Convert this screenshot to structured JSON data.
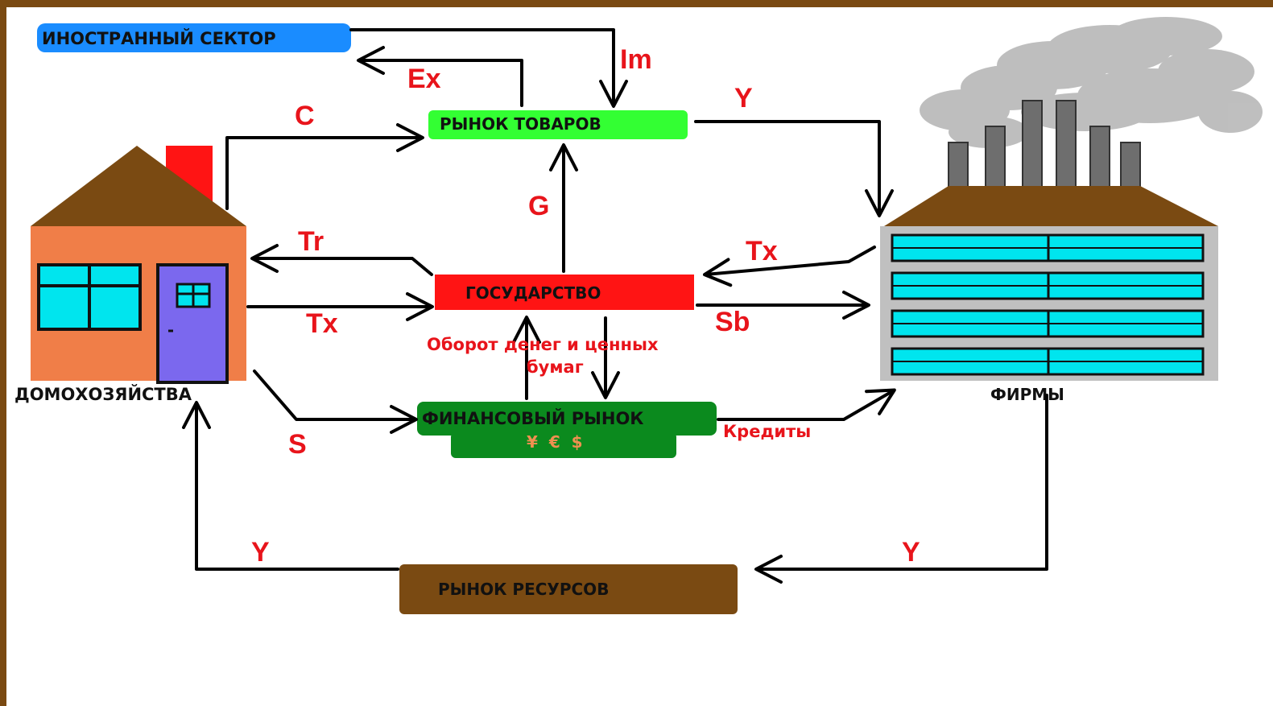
{
  "nodes": {
    "foreign_sector": "ИНОСТРАННЫЙ СЕКТОР",
    "goods_market": "РЫНОК ТОВАРОВ",
    "government": "ГОСУДАРСТВО",
    "financial_market": "ФИНАНСОВЫЙ РЫНОК",
    "currency_symbols": "¥  €  $",
    "resource_market": "РЫНОК РЕСУРСОВ",
    "households": "ДОМОХОЗЯЙСТВА",
    "firms": "ФИРМЫ"
  },
  "flows": {
    "imports": "Im",
    "exports": "Ex",
    "consumption": "C",
    "income_to_firms": "Y",
    "gov_spending": "G",
    "transfers": "Tr",
    "taxes_households": "Tx",
    "taxes_firms": "Tx",
    "subsidies": "Sb",
    "money_turnover_line1": "Оборот денег и ценных",
    "money_turnover_line2": "бумаг",
    "savings": "S",
    "credits": "Кредиты",
    "income_households": "Y",
    "income_firms_resources": "Y"
  },
  "colors": {
    "foreign_sector": "#1a8cff",
    "goods_market": "#33ff33",
    "government": "#ff1414",
    "financial_market": "#0b8a1e",
    "resource_market": "#7a4a12",
    "flow_text": "#e8141b",
    "frame": "#7a4a12"
  }
}
